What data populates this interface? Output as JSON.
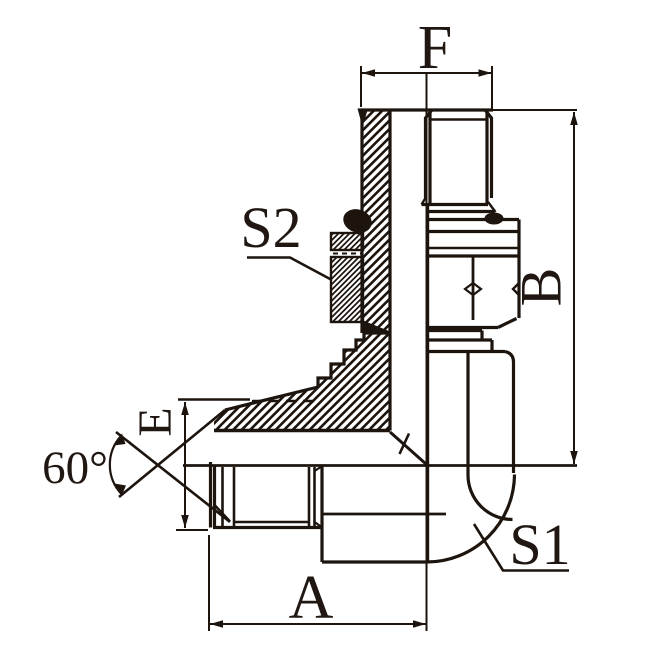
{
  "drawing": {
    "background": "#ffffff",
    "line_color": "#1d140e",
    "labels": {
      "f": "F",
      "s2": "S2",
      "b": "B",
      "e": "E",
      "angle": "60°",
      "a": "A",
      "s1": "S1"
    }
  }
}
